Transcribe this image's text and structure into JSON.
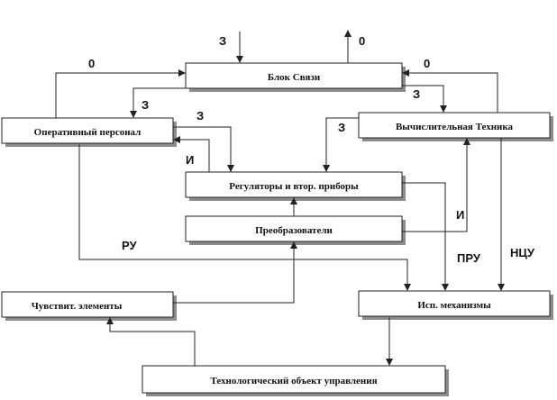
{
  "blocks": {
    "comm": "Блок Связи",
    "operators": "Оперативный персонал",
    "computing": "Вычислительная Техника",
    "regulators": "Регуляторы и втор. приборы",
    "converters": "Преобразователи",
    "sensors": "Чувствит. элементы",
    "actuators": "Исп. механизмы",
    "object": "Технологический объект управления"
  },
  "labels": {
    "comm_in": "З",
    "comm_out": "0",
    "op_to_comm": "0",
    "comm_to_op": "З",
    "comp_to_comm": "0",
    "comm_to_comp": "З",
    "op_to_reg": "З",
    "comp_to_reg": "З",
    "reg_to_op": "И",
    "conv_to_comp": "И",
    "manual": "РУ",
    "remote_manual": "ПРУ",
    "digital": "НЦУ"
  }
}
